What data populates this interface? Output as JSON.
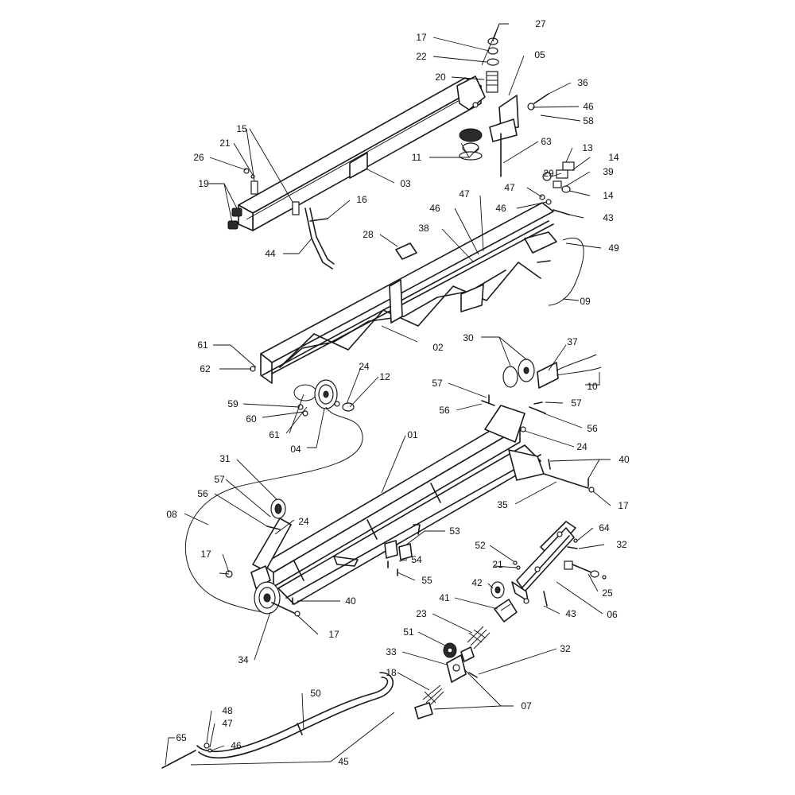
{
  "callouts": {
    "c27": "27",
    "c17a": "17",
    "c22": "22",
    "c20": "20",
    "c05": "05",
    "c36": "36",
    "c46a": "46",
    "c58": "58",
    "c11": "11",
    "c63": "63",
    "c15": "15",
    "c21a": "21",
    "c26": "26",
    "c03": "03",
    "c19": "19",
    "c16": "16",
    "c44": "44",
    "c13": "13",
    "c14a": "14",
    "c29": "29",
    "c39": "39",
    "c47a": "47",
    "c14b": "14",
    "c46b": "46",
    "c43a": "43",
    "c28": "28",
    "c46c": "46",
    "c47b": "47",
    "c38": "38",
    "c49": "49",
    "c09": "09",
    "c02": "02",
    "c61a": "61",
    "c62": "62",
    "c24a": "24",
    "c12": "12",
    "c59": "59",
    "c60": "60",
    "c61b": "61",
    "c04": "04",
    "c30": "30",
    "c37": "37",
    "c10": "10",
    "c57a": "57",
    "c56a": "56",
    "c57b": "57",
    "c56b": "56",
    "c24b": "24",
    "c01": "01",
    "c40a": "40",
    "c31": "31",
    "c57c": "57",
    "c56c": "56",
    "c08": "08",
    "c24c": "24",
    "c35": "35",
    "c17b": "17",
    "c53": "53",
    "c64": "64",
    "c52": "52",
    "c32a": "32",
    "c17c": "17",
    "c54": "54",
    "c21b": "21",
    "c55": "55",
    "c42": "42",
    "c25": "25",
    "c40b": "40",
    "c41": "41",
    "c43b": "43",
    "c06": "06",
    "c23": "23",
    "c17d": "17",
    "c51": "51",
    "c32b": "32",
    "c34": "34",
    "c33": "33",
    "c18": "18",
    "c07": "07",
    "c50": "50",
    "c48": "48",
    "c47c": "47",
    "c46d": "46",
    "c65": "65",
    "c45": "45"
  }
}
